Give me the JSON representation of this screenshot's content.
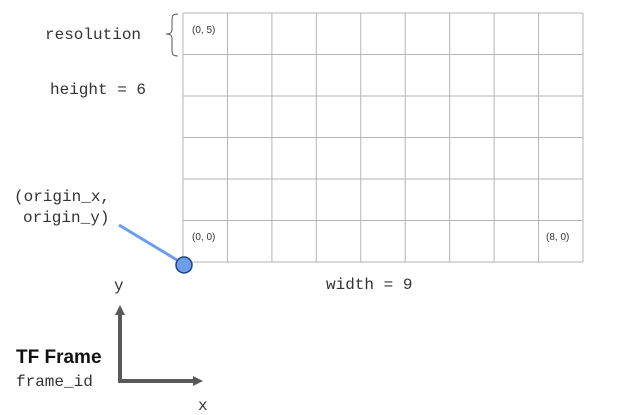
{
  "grid": {
    "columns": 9,
    "rows": 6,
    "cell_labels": {
      "top_left": "(0, 5)",
      "bottom_left": "(0, 0)",
      "bottom_right": "(8, 0)"
    }
  },
  "labels": {
    "resolution": "resolution",
    "height": "height = 6",
    "width": "width = 9",
    "origin_line1": "(origin_x,",
    "origin_line2": "origin_y)"
  },
  "frame": {
    "title": "TF Frame",
    "id": "frame_id",
    "y_axis": "y",
    "x_axis": "x"
  },
  "colors": {
    "grid_line": "#b5b5b5",
    "origin_fill": "#6d9eeb",
    "origin_stroke": "#1c4587",
    "origin_line": "#6d9eeb",
    "axis": "#595959"
  }
}
